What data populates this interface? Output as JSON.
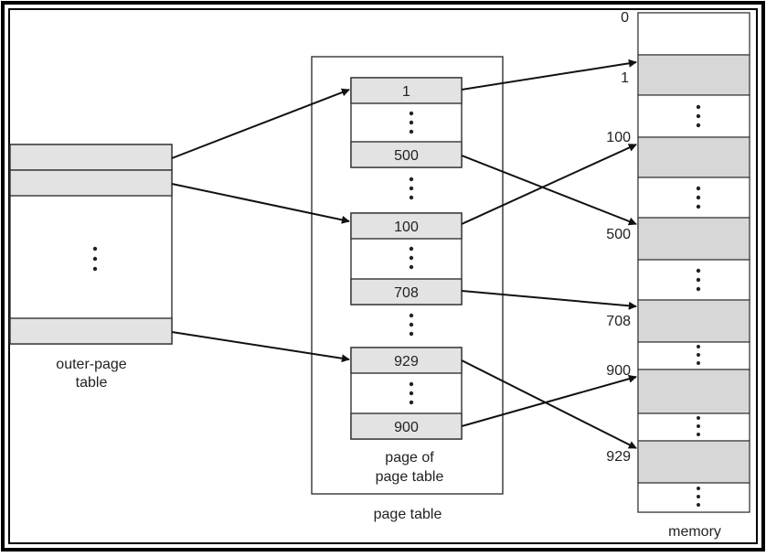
{
  "colors": {
    "frame": "#000000",
    "shaded_cell": "#e3e3e3",
    "memory_shaded": "#d7d7d7",
    "line": "#111111"
  },
  "outer_page_table": {
    "label_line1": "outer-page",
    "label_line2": "table"
  },
  "page_table": {
    "label": "page table",
    "inner_label_line1": "page of",
    "inner_label_line2": "page table",
    "entries": [
      {
        "value": "1"
      },
      {
        "value": "500"
      },
      {
        "value": "100"
      },
      {
        "value": "708"
      },
      {
        "value": "929"
      },
      {
        "value": "900"
      }
    ]
  },
  "memory": {
    "label": "memory",
    "addresses": [
      "0",
      "1",
      "100",
      "500",
      "708",
      "900",
      "929"
    ]
  }
}
